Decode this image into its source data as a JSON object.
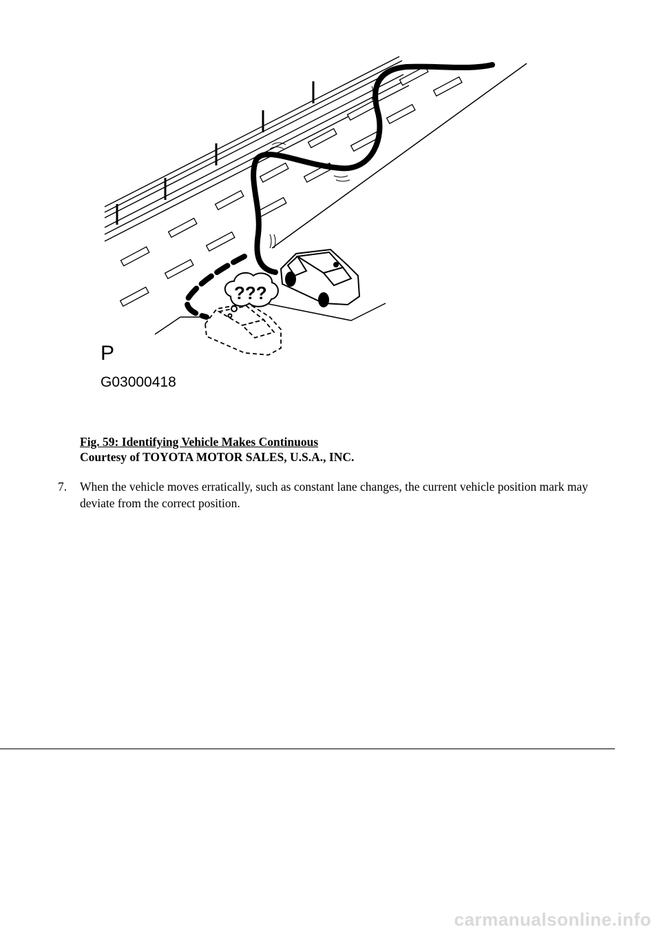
{
  "figure": {
    "label_p": "P",
    "label_code": "G03000418",
    "question_marks": "???"
  },
  "caption": {
    "title": "Fig. 59: Identifying Vehicle Makes Continuous",
    "courtesy": "Courtesy of TOYOTA MOTOR SALES, U.S.A., INC."
  },
  "step": {
    "number": "7.",
    "text": "When the vehicle moves erratically, such as constant lane changes, the current vehicle position mark may deviate from the correct position."
  },
  "watermark": "carmanualsonline.info"
}
